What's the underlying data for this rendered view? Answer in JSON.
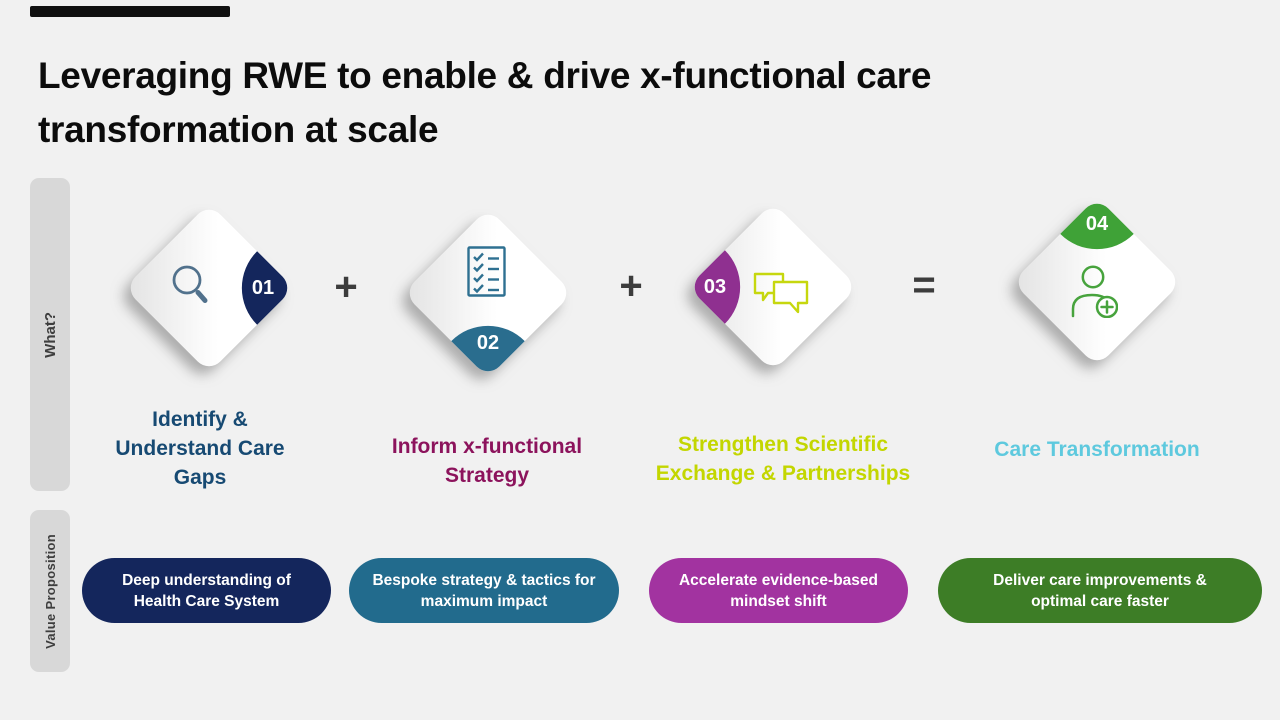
{
  "title": {
    "line1": "Leveraging RWE to enable & drive x-functional care",
    "line2": "transformation at scale"
  },
  "sidebar": {
    "what": "What?",
    "value_proposition": "Value Proposition"
  },
  "operators": [
    "+",
    "+",
    "="
  ],
  "steps": [
    {
      "number": "01",
      "icon": "magnifier-icon",
      "badge_color": "#14265c",
      "icon_color": "#51718c",
      "label_color": "#174a73",
      "label_lines": [
        "Identify &",
        "Understand Care",
        "Gaps"
      ]
    },
    {
      "number": "02",
      "icon": "checklist-icon",
      "badge_color": "#2a6d8e",
      "icon_color": "#2e7091",
      "label_color": "#8c135c",
      "label_lines": [
        "Inform x-functional",
        "Strategy"
      ]
    },
    {
      "number": "03",
      "icon": "chat-bubbles-icon",
      "badge_color": "#8f3090",
      "icon_color": "#c6d70e",
      "label_color": "#c3d600",
      "label_lines": [
        "Strengthen Scientific",
        "Exchange & Partnerships"
      ]
    },
    {
      "number": "04",
      "icon": "person-plus-icon",
      "badge_color": "#3fa237",
      "icon_color": "#47a33d",
      "label_color": "#5ec9de",
      "label_lines": [
        "Care Transformation"
      ]
    }
  ],
  "value_props": [
    {
      "color": "#14265c",
      "lines": [
        "Deep understanding of",
        "Health Care System"
      ]
    },
    {
      "color": "#226b8d",
      "lines": [
        "Bespoke strategy & tactics for",
        "maximum impact"
      ]
    },
    {
      "color": "#a233a0",
      "lines": [
        "Accelerate evidence-based",
        "mindset shift"
      ]
    },
    {
      "color": "#3d7d26",
      "lines": [
        "Deliver care improvements &",
        "optimal care faster"
      ]
    }
  ],
  "colors": {
    "background": "#f1f1f1",
    "title": "#0c0c0c",
    "operator": "#3c3c3c",
    "tab_bg": "#d8d8d8",
    "tab_text": "#3e3e3e",
    "top_bar": "#101010"
  }
}
